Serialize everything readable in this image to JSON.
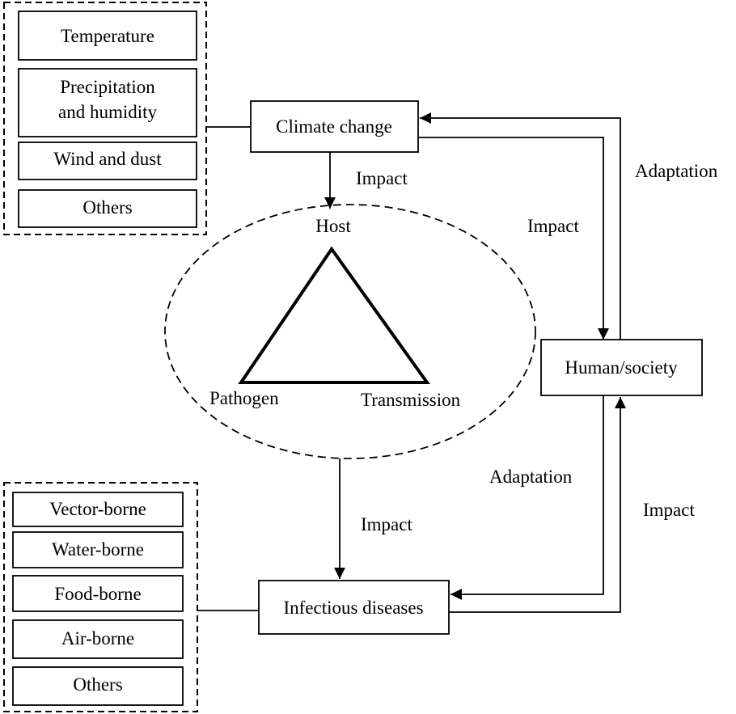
{
  "climate_factors": [
    "Temperature",
    "Precipitation",
    "and humidity",
    "Wind and dust",
    "Others"
  ],
  "nodes": {
    "climate_change": "Climate change",
    "human_society": "Human/society",
    "infectious_diseases": "Infectious diseases"
  },
  "triangle": {
    "host": "Host",
    "pathogen": "Pathogen",
    "transmission": "Transmission"
  },
  "disease_types": [
    "Vector-borne",
    "Water-borne",
    "Food-borne",
    "Air-borne",
    "Others"
  ],
  "edges": {
    "climate_to_host": "Impact",
    "climate_to_human": "Impact",
    "human_to_climate": "Adaptation",
    "human_to_diseases": "Adaptation",
    "diseases_to_human": "Impact",
    "triad_to_diseases": "Impact"
  }
}
